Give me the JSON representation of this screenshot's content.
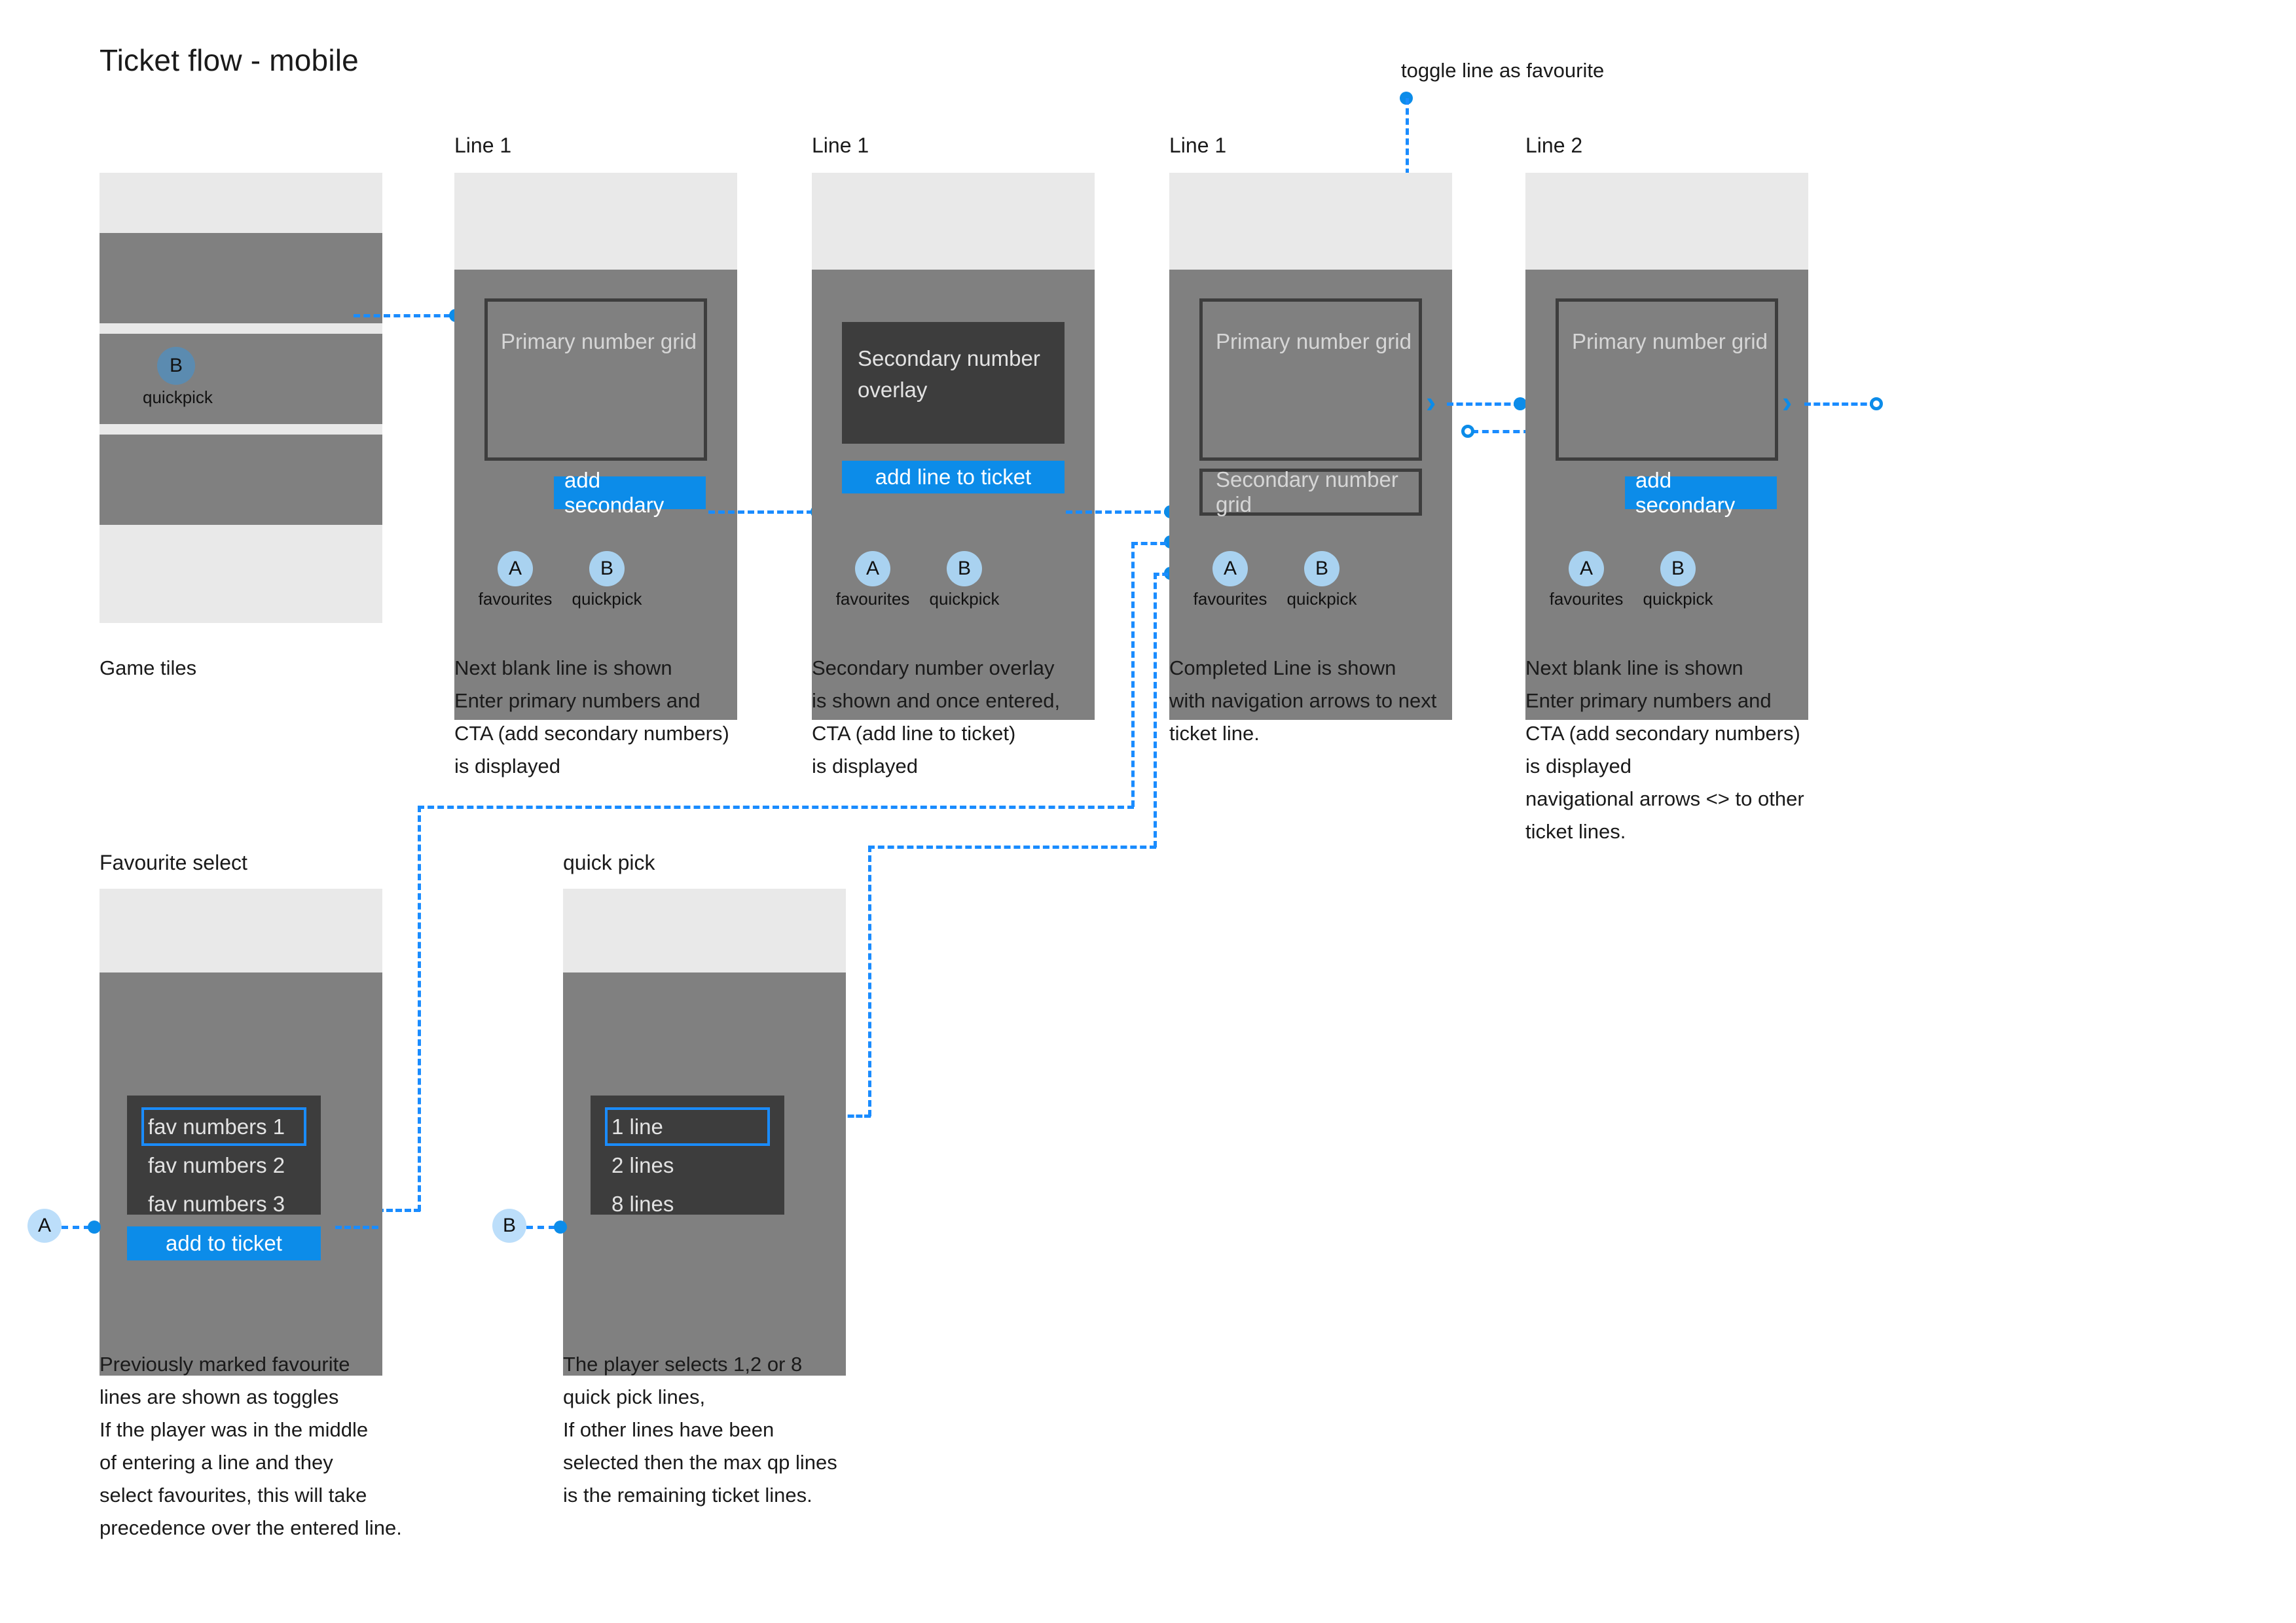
{
  "page": {
    "title": "Ticket flow - mobile"
  },
  "annotations": {
    "toggle_favourite": "toggle line as favourite"
  },
  "connector_bubbles": {
    "a": "A",
    "b": "B"
  },
  "frames": [
    {
      "id": "game-tiles",
      "label": "",
      "caption": "Game tiles",
      "tabs": []
    },
    {
      "id": "line1-primary",
      "label": "Line 1",
      "grid_label": "Primary number grid",
      "cta": "add secondary",
      "caption": "Next blank line is shown\nEnter primary numbers and\nCTA (add secondary numbers)\nis displayed",
      "tabs": [
        {
          "key": "A",
          "label": "favourites"
        },
        {
          "key": "B",
          "label": "quickpick"
        }
      ]
    },
    {
      "id": "line1-secondary-overlay",
      "label": "Line 1",
      "overlay_label": "Secondary number overlay",
      "cta": "add line to ticket",
      "caption": "Secondary number overlay\nis shown and once entered,\nCTA (add line to ticket)\nis displayed",
      "tabs": [
        {
          "key": "A",
          "label": "favourites"
        },
        {
          "key": "B",
          "label": "quickpick"
        }
      ]
    },
    {
      "id": "line1-completed",
      "label": "Line 1",
      "grid_label": "Primary number grid",
      "secondary_grid_label": "Secondary number grid",
      "caption": "Completed Line is shown\nwith navigation arrows to next\nticket line.",
      "tabs": [
        {
          "key": "A",
          "label": "favourites"
        },
        {
          "key": "B",
          "label": "quickpick"
        }
      ]
    },
    {
      "id": "line2-primary",
      "label": "Line 2",
      "grid_label": "Primary number grid",
      "cta": "add secondary",
      "caption": "Next blank line is shown\nEnter primary numbers and\nCTA (add secondary numbers)\nis displayed\nnavigational arrows <> to other\nticket lines.",
      "tabs": [
        {
          "key": "A",
          "label": "favourites"
        },
        {
          "key": "B",
          "label": "quickpick"
        }
      ]
    },
    {
      "id": "favourite-select",
      "label": "Favourite select",
      "options": [
        "fav numbers 1",
        "fav numbers 2",
        "fav numbers 3"
      ],
      "selected_option": "fav numbers 1",
      "cta": "add to ticket",
      "caption": "Previously marked favourite\nlines are shown as toggles\nIf the player was in the middle\nof entering a line and they\nselect favourites, this will take\nprecedence over the entered line."
    },
    {
      "id": "quick-pick",
      "label": "quick pick",
      "options": [
        "1 line",
        "2 lines",
        "8 lines"
      ],
      "selected_option": "1 line",
      "caption": "The player selects 1,2 or 8\nquick pick lines,\nIf other lines have been\nselected then the max qp lines\nis the remaining ticket lines."
    }
  ],
  "game_tiles": {
    "quickpick_bubble": "B",
    "quickpick_label": "quickpick"
  },
  "icons": {
    "heart": "♡",
    "chevron_right": "›",
    "chevron_left": "‹"
  },
  "colors": {
    "accent_blue": "#0c8ce9",
    "connector_blue": "#1a8cff",
    "phone_chrome": "#e9e9e9",
    "phone_body": "#808080",
    "overlay_dark": "#3d3d3d",
    "bubble_blue": "#a9d2f0"
  }
}
